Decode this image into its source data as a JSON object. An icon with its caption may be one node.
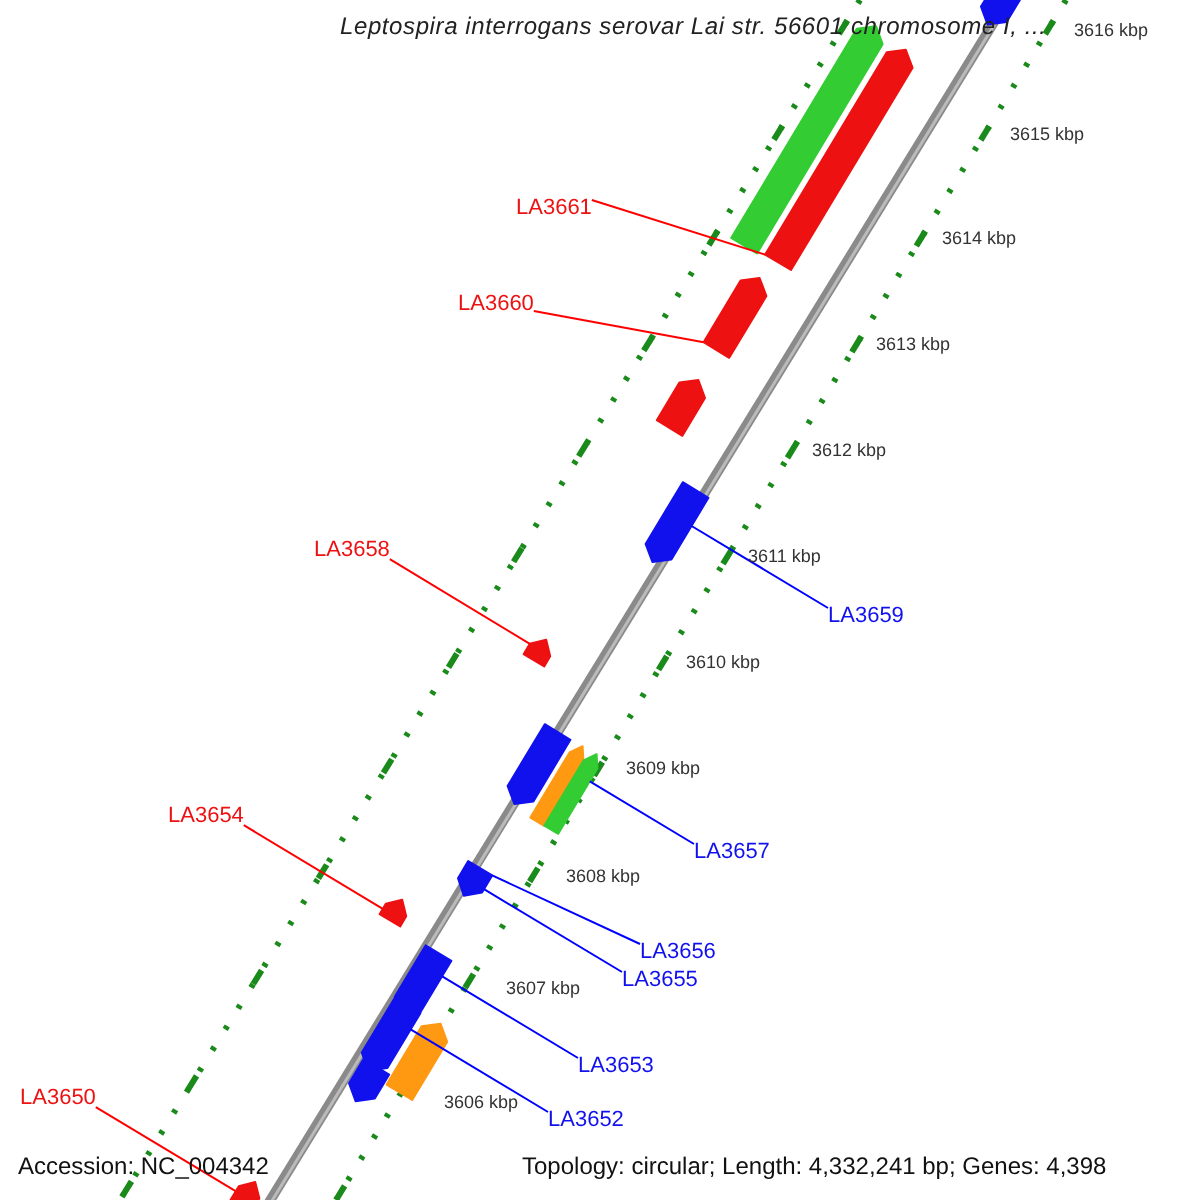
{
  "diagram": {
    "title": "Leptospira interrogans serovar Lai str. 56601 chromosome I, ...",
    "nodes": [
      {
        "text": [],
        "shape": "box"
      },
      {
        "text": [],
        "shape": "box"
      },
      {
        "text": [],
        "shape": "box"
      },
      {
        "text": [
          "LA3661"
        ]
      },
      {
        "text": [],
        "shape": "box"
      },
      {
        "text": [
          "LA3660"
        ]
      },
      {
        "text": [],
        "shape": "box"
      },
      {
        "text": [],
        "shape": "box"
      },
      {
        "text": [
          "LA3658"
        ]
      },
      {
        "text": [
          "LA3659"
        ]
      },
      {
        "text": [],
        "shape": "box"
      },
      {
        "text": [],
        "shape": "box"
      },
      {
        "text": [],
        "shape": "box"
      },
      {
        "text": [],
        "shape": "box"
      },
      {
        "text": [
          "LA3657"
        ]
      },
      {
        "text": [
          "LA3654"
        ]
      },
      {
        "text": [],
        "shape": "box"
      },
      {
        "text": [],
        "shape": "box"
      },
      {
        "text": [
          "LA3656"
        ]
      },
      {
        "text": [
          "LA3655"
        ]
      },
      {
        "text": [],
        "shape": "box"
      },
      {
        "text": [],
        "shape": "box"
      },
      {
        "text": [
          "LA3653"
        ]
      },
      {
        "text": [],
        "shape": "box"
      },
      {
        "text": [],
        "shape": "box"
      },
      {
        "text": [
          "LA3652"
        ]
      },
      {
        "text": [
          "LA3650"
        ]
      },
      {
        "text": [],
        "shape": "box"
      }
    ],
    "edges": [
      {
        "from": 3,
        "to": 2,
        "arrow": "none",
        "color": "#ff0000"
      },
      {
        "from": 5,
        "to": 4,
        "arrow": "none",
        "color": "#ff0000"
      },
      {
        "from": 8,
        "to": 7,
        "arrow": "none",
        "color": "#ff0000"
      },
      {
        "from": 9,
        "to": 10,
        "arrow": "none",
        "color": "#0000ff"
      },
      {
        "from": 14,
        "to": 13,
        "arrow": "none",
        "color": "#0000ff"
      },
      {
        "from": 15,
        "to": 17,
        "arrow": "none",
        "color": "#ff0000"
      },
      {
        "from": 18,
        "to": 16,
        "arrow": "none",
        "color": "#0000ff"
      },
      {
        "from": 19,
        "to": 16,
        "arrow": "none",
        "color": "#0000ff"
      },
      {
        "from": 22,
        "to": 20,
        "arrow": "none",
        "color": "#0000ff"
      },
      {
        "from": 25,
        "to": 21,
        "arrow": "none",
        "color": "#0000ff"
      },
      {
        "from": 26,
        "to": 27,
        "arrow": "none",
        "color": "#ff0000"
      }
    ],
    "labels": [
      "3616 kbp",
      "3615 kbp",
      "3614 kbp",
      "3613 kbp",
      "3612 kbp",
      "3611 kbp",
      "3610 kbp",
      "3609 kbp",
      "3608 kbp",
      "3607 kbp",
      "3606 kbp",
      "Accession: NC_004342",
      "Topology: circular; Length: 4,332,241 bp; Genes: 4,398"
    ]
  }
}
